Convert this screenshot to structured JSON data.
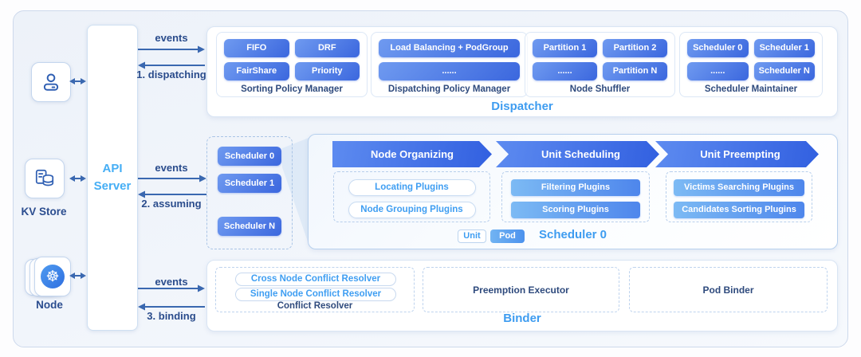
{
  "colors": {
    "accent_blue": "#3e9cf0",
    "navy_text": "#2b4d8f",
    "arrow": "#3a68b0",
    "pill_gradient_start": "#6f9af0",
    "pill_gradient_end": "#3b67de"
  },
  "left_rail": {
    "api_server_line1": "API",
    "api_server_line2": "Server",
    "kv_store_label": "KV Store",
    "node_label": "Node"
  },
  "flows": [
    {
      "top": "events",
      "bottom": "1. dispatching"
    },
    {
      "top": "events",
      "bottom": "2. assuming"
    },
    {
      "top": "events",
      "bottom": "3. binding"
    }
  ],
  "dispatcher": {
    "title": "Dispatcher",
    "groups": [
      {
        "label": "Sorting Policy Manager",
        "pills": [
          "FIFO",
          "DRF",
          "FairShare",
          "Priority"
        ]
      },
      {
        "label": "Dispatching Policy Manager",
        "pills": [
          "Load Balancing + PodGroup",
          "......"
        ]
      },
      {
        "label": "Node Shuffler",
        "pills": [
          "Partition 1",
          "Partition 2",
          "......",
          "Partition N"
        ]
      },
      {
        "label": "Scheduler Maintainer",
        "pills": [
          "Scheduler 0",
          "Scheduler 1",
          "......",
          "Scheduler N"
        ]
      }
    ]
  },
  "scheduler_list": {
    "items": [
      "Scheduler 0",
      "Scheduler 1",
      "...",
      "Scheduler N"
    ]
  },
  "scheduler_panel": {
    "title": "Scheduler 0",
    "stages": [
      {
        "banner": "Node Organizing",
        "plugins": [
          "Locating Plugins",
          "Node Grouping Plugins"
        ]
      },
      {
        "banner": "Unit Scheduling",
        "plugins": [
          "Filtering Plugins",
          "Scoring Plugins"
        ]
      },
      {
        "banner": "Unit Preempting",
        "plugins": [
          "Victims Searching Plugins",
          "Candidates Sorting Plugins"
        ]
      }
    ],
    "legend": {
      "unit": "Unit",
      "pod": "Pod"
    }
  },
  "binder": {
    "title": "Binder",
    "conflict_resolver": {
      "label": "Conflict Resolver",
      "pills": [
        "Cross Node Conflict Resolver",
        "Single Node Conflict Resolver"
      ]
    },
    "preemption_executor": "Preemption Executor",
    "pod_binder": "Pod Binder"
  }
}
